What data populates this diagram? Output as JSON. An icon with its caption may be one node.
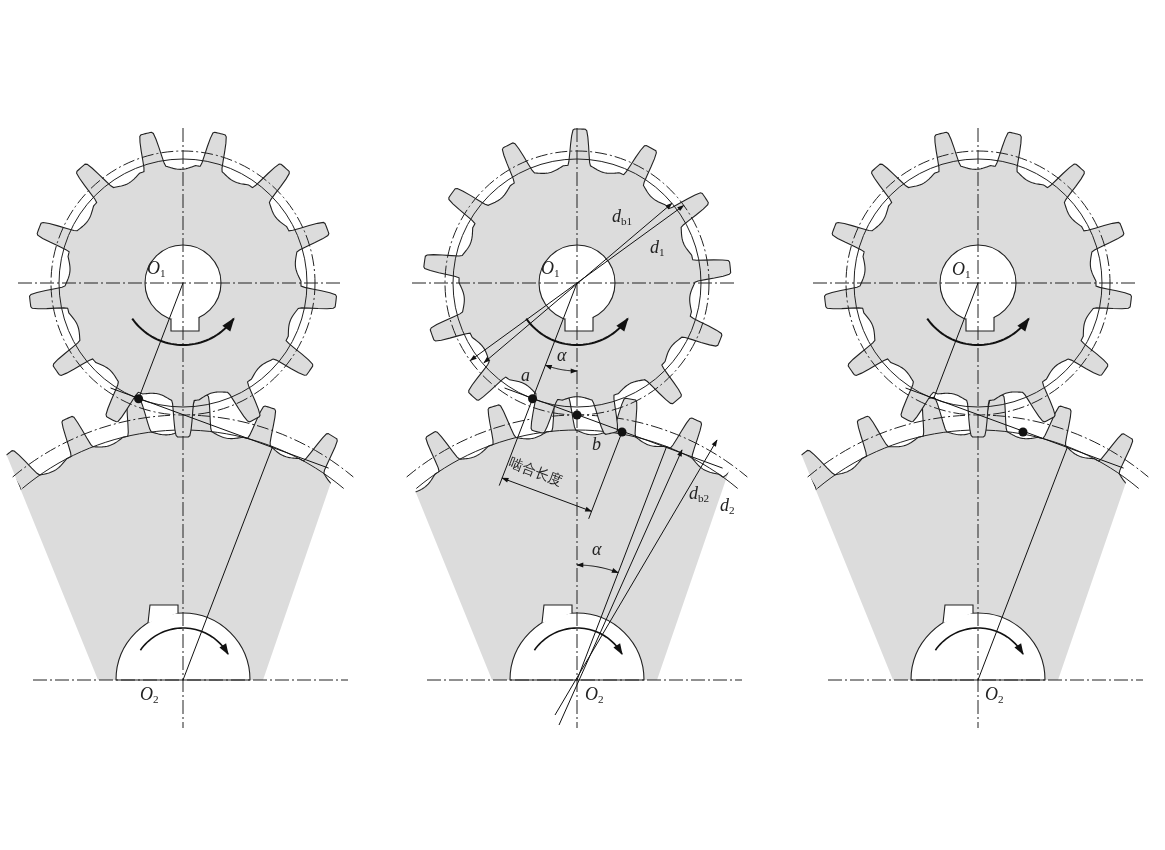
{
  "diagram": {
    "labels": [
      "*d*$_{b1}$",
      "*d*$_{1}$",
      "*O*$_{1}$",
      "*O*$_{1}$",
      "*O*$_{1}$",
      "α",
      "a",
      "b",
      "啮合长度",
      "*d*$_{b2}$",
      "*d*$_{2}$",
      "α",
      "*O*$_{2}$",
      "*O*$_{2}$",
      "*O*$_{2}$"
    ]
  }
}
